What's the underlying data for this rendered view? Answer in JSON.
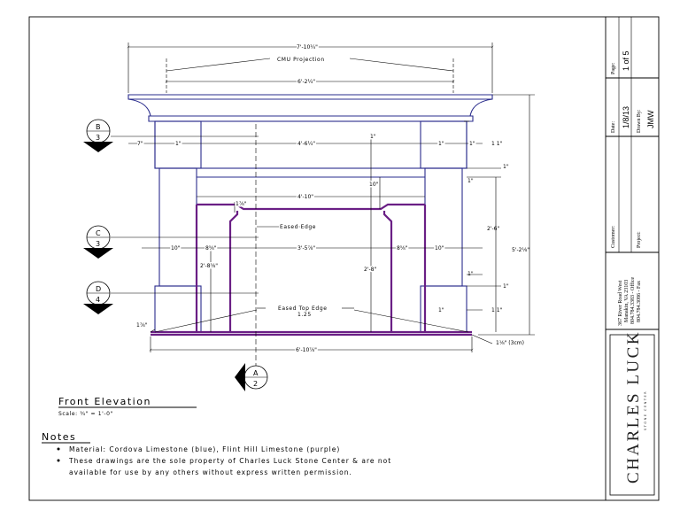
{
  "sheet": {
    "title": "Front Elevation",
    "scale": "Scale: ¾\" = 1'-0\"",
    "notes_header": "Notes",
    "notes": [
      "Material: Cordova Limestone (blue), Flint Hill Limestone (purple)",
      "These drawings are the sole property of Charles Luck Stone Center & are not",
      "available for use by any others without express written permission."
    ]
  },
  "title_block": {
    "page_label": "Page:",
    "page_value": "1 of 5",
    "date_label": "Date:",
    "date_value": "1/8/13",
    "drawn_by_label": "Drawn By:",
    "drawn_by_value": "JMW",
    "customer_label": "Customer:",
    "project_label": "Project:",
    "address_lines": [
      "367 River Road West",
      "Manakin, VA 23103",
      "804.784.3383 - Office",
      "804.784.3086 - Fax"
    ],
    "logo_text": "CHARLES LUCK",
    "logo_sub": "STONE CENTER"
  },
  "section_tags": [
    {
      "letter": "B",
      "number": "3"
    },
    {
      "letter": "C",
      "number": "3"
    },
    {
      "letter": "D",
      "number": "4"
    },
    {
      "letter": "A",
      "number": "2"
    }
  ],
  "annotations": {
    "cmu_projection": "CMU Projection",
    "eased_edge": "Eased Edge",
    "eased_top_edge": "Eased Top Edge",
    "eased_top_edge_sub": "1.25"
  },
  "dimensions": {
    "overall_width": "7'-10¼\"",
    "cmu_width": "6'-2¼\"",
    "left_7": "7\"",
    "left_1": "1\"",
    "mid_top": "4'-6¼\"",
    "right_1": "1\"",
    "right_1b": "1\"",
    "right_11": "1 1\"",
    "top_1": "1\"",
    "right_1c": "1\"",
    "right_1d": "1\"",
    "ten": "10\"",
    "opening_w": "4'-10\"",
    "small_1": "1⅞\"",
    "left_10": "10\"",
    "left_8": "8⅝\"",
    "mid_35": "3'-5⅞\"",
    "right_8": "8⅝\"",
    "right_10": "10\"",
    "height_26": "2'-6\"",
    "height_526": "5'-2⅛\"",
    "left_28": "2'-8⅝\"",
    "mid_28": "2'-8\"",
    "right_1e": "1\"",
    "right_1f": "1\"",
    "right_1g": "1\"",
    "right_11b": "1 1\"",
    "left_small": "1⅞\"",
    "hearth": "1⅛\" (3cm)",
    "base_width": "6'-10⅞\""
  }
}
